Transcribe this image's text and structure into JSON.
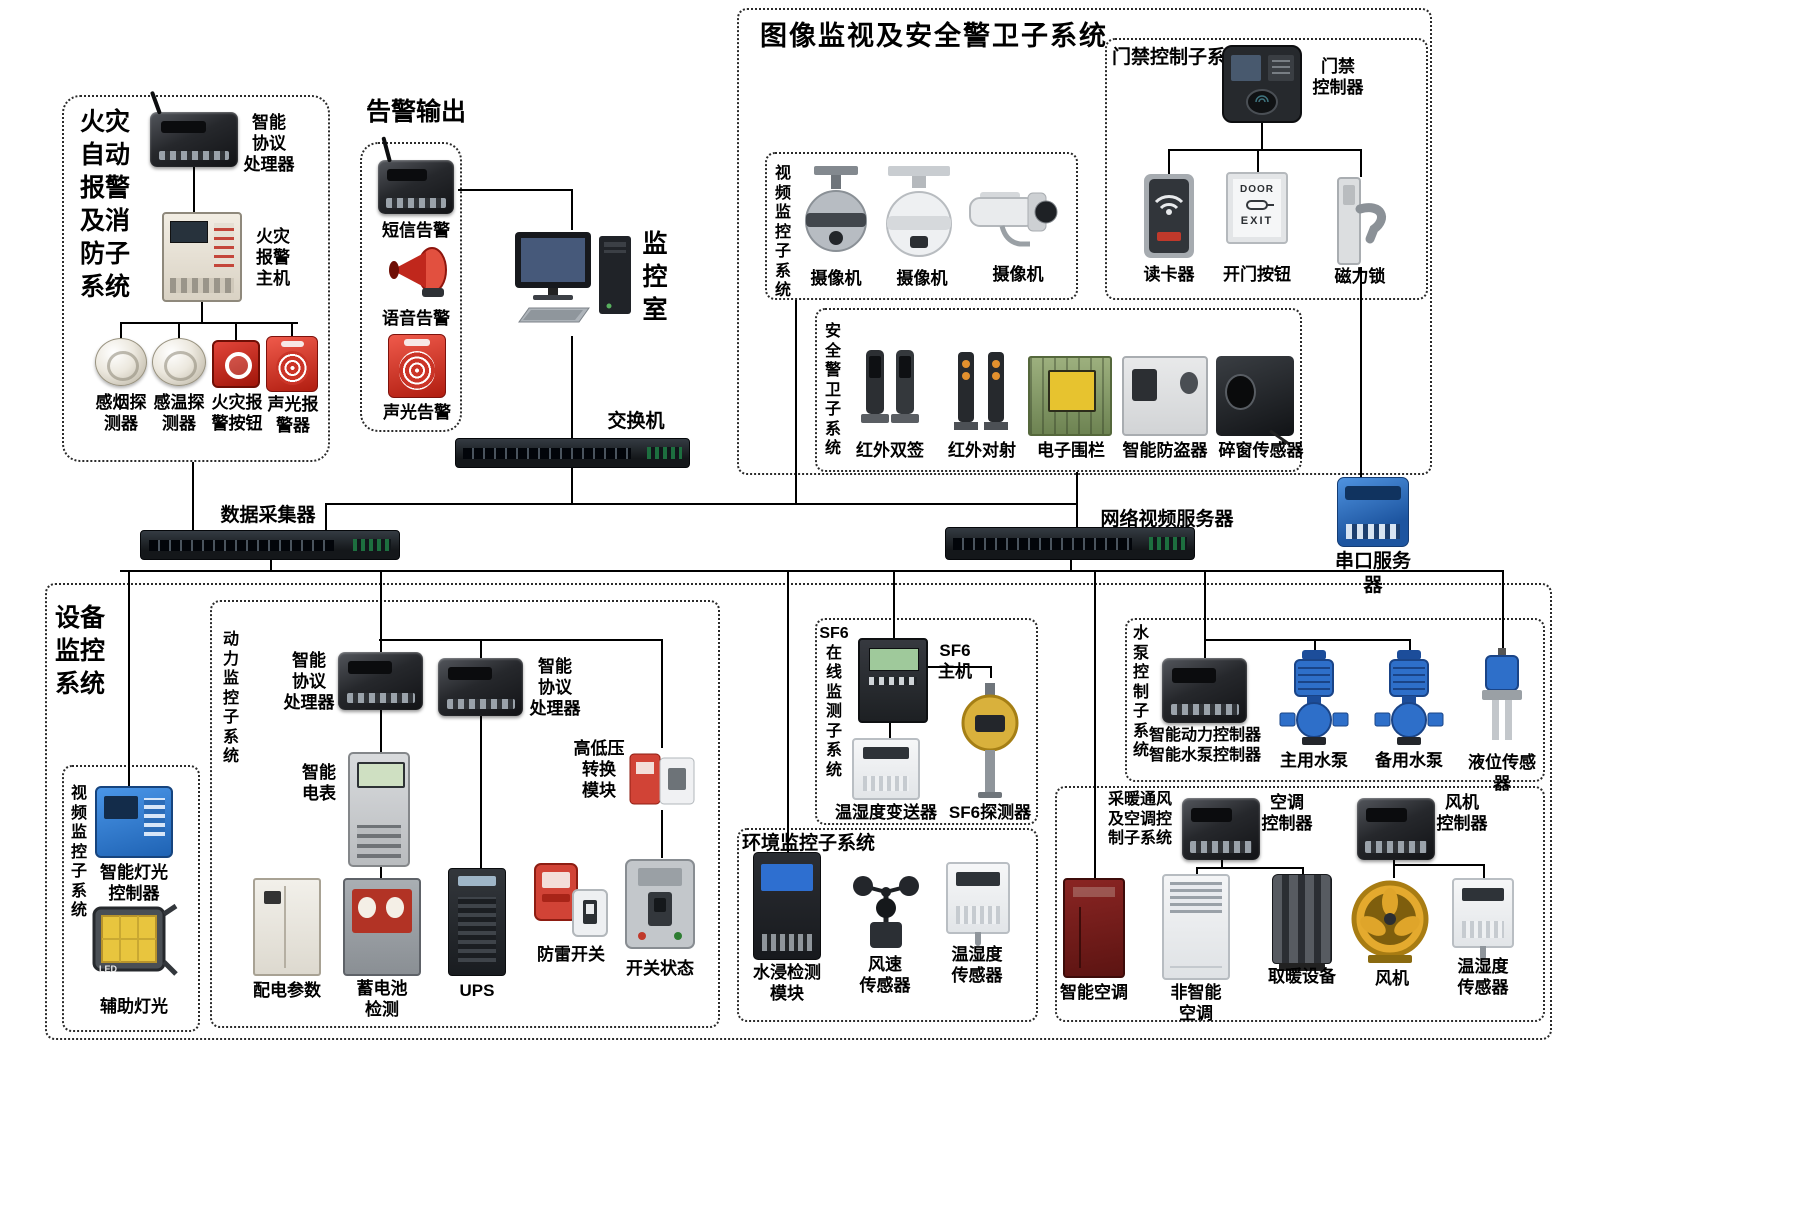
{
  "colors": {
    "wire": "#000000",
    "box_border": "#2b2b2b",
    "device_blue": "#2e6fc9",
    "alarm_red": "#c0271c"
  },
  "fire": {
    "title": "火灾\n自动\n报警\n及消\n防子\n系统",
    "processor": "智能\n协议\n处理器",
    "host": "火灾\n报警\n主机",
    "smoke": "感烟探\n测器",
    "heat": "感温探\n测器",
    "button": "火灾报\n警按钮",
    "sounder": "声光报\n警器"
  },
  "alarm_out": {
    "title": "告警输出",
    "sms": "短信告警",
    "voice": "语音告警",
    "av": "声光告警"
  },
  "center": {
    "room": "监\n控\n室",
    "switch": "交换机",
    "collector": "数据采集器",
    "nvs": "网络视频服务器",
    "serial": "串口服务器"
  },
  "image_sec": {
    "title": "图像监视及安全警卫子系统",
    "video": {
      "title": "视\n频\n监\n控\n子\n系\n统",
      "cams": [
        "摄像机",
        "摄像机",
        "摄像机"
      ]
    },
    "access": {
      "title": "门禁控制子系统",
      "controller": "门禁\n控制器",
      "reader": "读卡器",
      "button": "开门按钮",
      "lock": "磁力锁",
      "door_text": "DOOR",
      "exit_text": "EXIT"
    },
    "guard": {
      "title": "安\n全\n警\n卫\n子\n系\n统",
      "ir_dual": "红外双签",
      "ir_beam": "红外对射",
      "fence": "电子围栏",
      "burglar": "智能防盗器",
      "glass": "碎窗传感器"
    }
  },
  "equip": {
    "title": "设备\n监控\n系统",
    "video": {
      "title": "视\n频\n监\n控\n子\n系\n统",
      "light_ctrl": "智能灯光\n控制器",
      "aux_light": "辅助灯光",
      "led_text": "LED"
    },
    "power": {
      "title": "动\n力\n监\n控\n子\n系\n统",
      "proc1": "智能\n协议\n处理器",
      "proc2": "智能\n协议\n处理器",
      "meter": "智能\n电表",
      "hv": "高低压\n转换\n模块",
      "dist": "配电参数",
      "battery": "蓄电池\n检测",
      "ups": "UPS",
      "spd": "防雷开关",
      "sw": "开关状态"
    },
    "sf6": {
      "title": "SF6\n在\n线\n监\n测\n子\n系\n统",
      "host": "SF6\n主机",
      "tx": "温湿度变送器",
      "detector": "SF6探测器"
    },
    "env": {
      "title": "环境监控子系统",
      "flood": "水浸检测\n模块",
      "wind": "风速\n传感器",
      "th": "温湿度\n传感器"
    },
    "pump": {
      "title": "水\n泵\n控\n制\n子\n系\n统",
      "ctrl": "智能动力控制器\n智能水泵控制器",
      "main": "主用水泵",
      "backup": "备用水泵",
      "level": "液位传感器"
    },
    "hvac": {
      "title": "采暖通风\n及空调控\n制子系统",
      "ac_ctrl": "空调\n控制器",
      "fan_ctrl": "风机\n控制器",
      "smart_ac": "智能空调",
      "basic_ac": "非智能\n空调",
      "heater": "取暖设备",
      "fan": "风机",
      "th": "温湿度\n传感器"
    }
  }
}
